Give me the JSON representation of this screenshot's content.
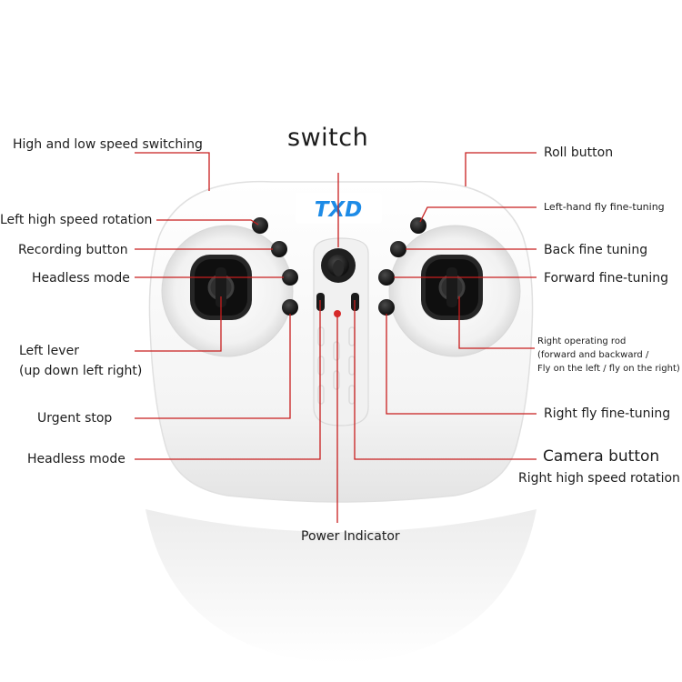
{
  "colors": {
    "leader": "#c81e1e",
    "logo": "#1e8be6",
    "body": "#f7f7f7",
    "button": "#1d1d1d"
  },
  "logo": "TXD",
  "title": "switch",
  "labels": {
    "high_low_speed": "High and low speed switching",
    "left_high_speed_rotation": "Left high speed rotation",
    "recording_button": "Recording button",
    "headless_mode_top": "Headless mode",
    "left_lever_1": "Left lever",
    "left_lever_2": "(up down left right)",
    "urgent_stop": "Urgent stop",
    "headless_mode_bottom": "Headless mode",
    "power_indicator": "Power Indicator",
    "roll_button": "Roll button",
    "left_hand_fine_tuning": "Left-hand fly fine-tuning",
    "back_fine_tuning": "Back fine tuning",
    "forward_fine_tuning": "Forward fine-tuning",
    "right_rod_1": "Right operating rod",
    "right_rod_2": "(forward and backward /",
    "right_rod_3": "Fly on the left / fly on the right)",
    "right_fly_fine_tuning": "Right fly fine-tuning",
    "camera_button": "Camera button",
    "right_high_speed_rotation": "Right high speed rotation"
  }
}
